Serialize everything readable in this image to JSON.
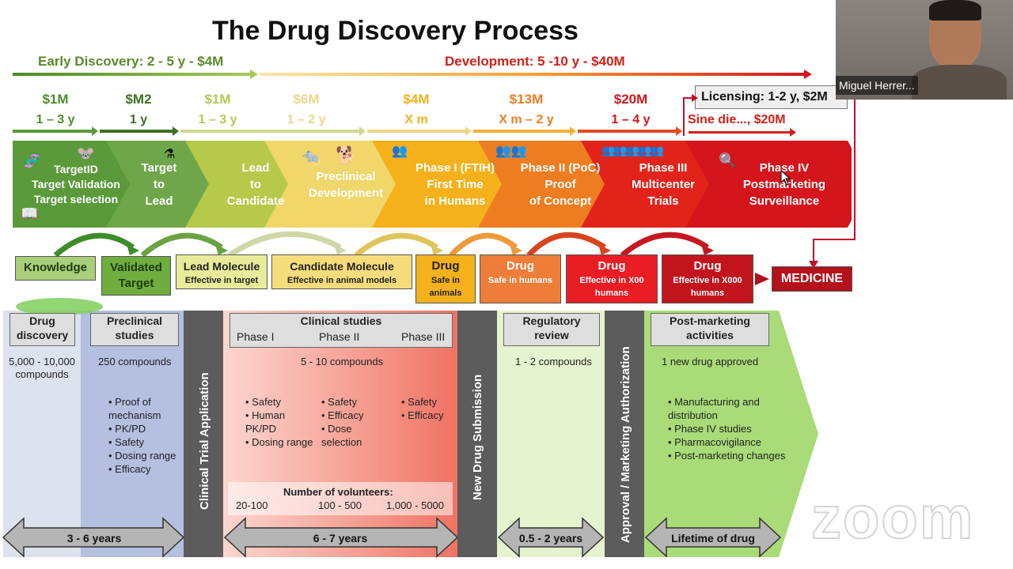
{
  "title": "The Drug Discovery Process",
  "early_discovery": "Early Discovery: 2 - 5 y  -  $4M",
  "development": "Development: 5 -10 y - $40M",
  "stages": [
    {
      "cost": "$1M",
      "duration": "1 – 3 y"
    },
    {
      "cost": "$M2",
      "duration": "1 y"
    },
    {
      "cost": "$1M",
      "duration": "1 – 3 y"
    },
    {
      "cost": "$6M",
      "duration": "1 – 2 y"
    },
    {
      "cost": "$4M",
      "duration": "X m"
    },
    {
      "cost": "$13M",
      "duration": "X m – 2 y"
    },
    {
      "cost": "$20M",
      "duration": "1 – 4 y"
    }
  ],
  "licensing": "Licensing: 1-2 y, $2M",
  "sine_die": "Sine die..., $20M",
  "chevrons": [
    {
      "label": "TargetID\nTarget Validation\nTarget selection",
      "color": "#5a9a3a"
    },
    {
      "label": "Target\nto\nLead",
      "color": "#6fa64a"
    },
    {
      "label": "Lead\nto\nCandidate",
      "color": "#b7c94a"
    },
    {
      "label": "Preclinical\nDevelopment",
      "color": "#f1d66a"
    },
    {
      "label": "Phase I (FTIH)\nFirst Time\nin Humans",
      "color": "#f4b11c"
    },
    {
      "label": "Phase II (PoC)\nProof\nof Concept",
      "color": "#ee7d22"
    },
    {
      "label": "Phase III\nMulticenter\nTrials",
      "color": "#e2231a"
    },
    {
      "label": "Phase IV\nPostmarketing\nSurveillance",
      "color": "#d4151c"
    }
  ],
  "outputs": [
    {
      "title": "Knowledge",
      "sub": ""
    },
    {
      "title": "Validated Target",
      "sub": ""
    },
    {
      "title": "Lead Molecule",
      "sub": "Effective in target"
    },
    {
      "title": "Candidate Molecule",
      "sub": "Effective in animal models"
    },
    {
      "title": "Drug",
      "sub": "Safe in animals"
    },
    {
      "title": "Drug",
      "sub": "Safe in humans"
    },
    {
      "title": "Drug",
      "sub": "Effective in X00 humans"
    },
    {
      "title": "Drug",
      "sub": "Effective in X000 humans"
    }
  ],
  "medicine": "MEDICINE",
  "lower": {
    "drug_discovery": {
      "title": "Drug discovery",
      "compounds": "5,000 - 10,000 compounds"
    },
    "preclinical": {
      "title": "Preclinical studies",
      "compounds": "250 compounds",
      "bullets": [
        "Proof of mechanism",
        "PK/PD",
        "Safety",
        "Dosing range",
        "Efficacy"
      ]
    },
    "cta": "Clinical Trial Application",
    "clinical": {
      "title": "Clinical studies",
      "phases": [
        "Phase I",
        "Phase II",
        "Phase III"
      ],
      "compounds": "5 - 10 compounds",
      "phase1_bullets": [
        "Safety",
        "Human PK/PD",
        "Dosing range"
      ],
      "phase2_bullets": [
        "Safety",
        "Efficacy",
        "Dose selection"
      ],
      "phase3_bullets": [
        "Safety",
        "Efficacy"
      ],
      "volunteers_title": "Number of volunteers:",
      "volunteers": [
        "20-100",
        "100 - 500",
        "1,000 - 5000"
      ]
    },
    "nds": "New Drug Submission",
    "regulatory": {
      "title": "Regulatory review",
      "compounds": "1 - 2 compounds"
    },
    "approval": "Approval / Marketing Authorization",
    "postmarketing": {
      "title": "Post-marketing activities",
      "compounds": "1 new drug approved",
      "bullets": [
        "Manufacturing and distribution",
        "Phase IV studies",
        "Pharmacovigilance",
        "Post-marketing changes"
      ]
    },
    "durations": [
      "3 - 6 years",
      "6 - 7 years",
      "0.5 - 2 years",
      "Lifetime of drug"
    ]
  },
  "video": {
    "name": "Miguel Herrer...",
    "watermark": "zoom"
  }
}
